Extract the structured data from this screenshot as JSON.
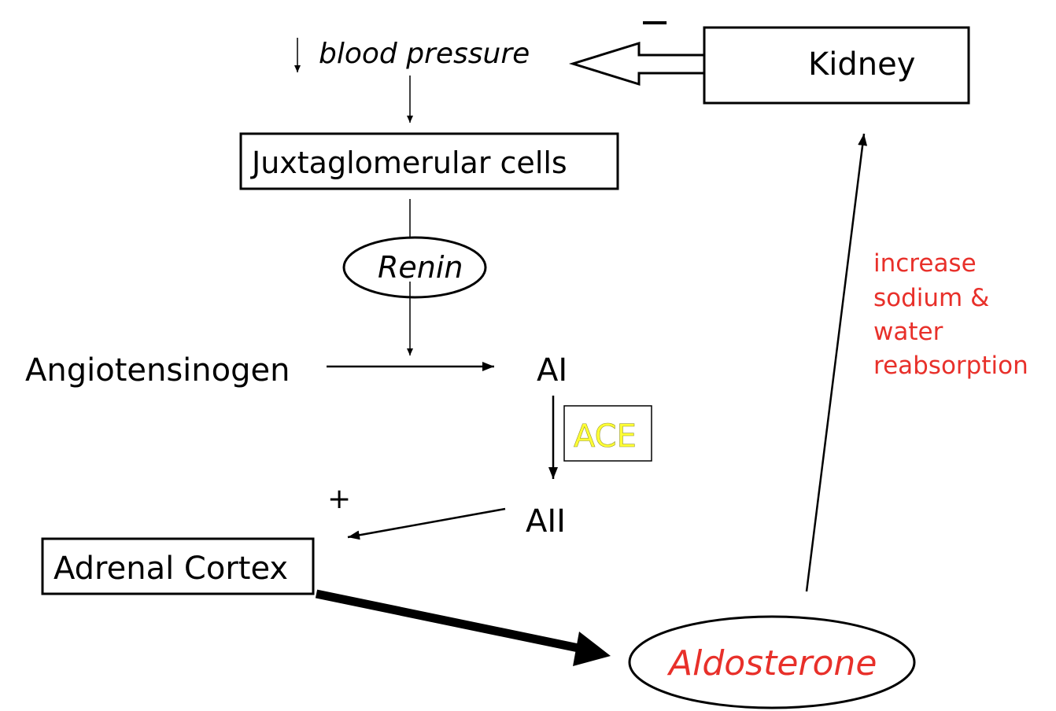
{
  "nodes": {
    "blood_pressure": "blood  pressure",
    "kidney": "Kidney",
    "minus_sign": "−",
    "juxtaglomerular": "Juxtaglomerular cells",
    "renin": "Renin",
    "angiotensinogen": "Angiotensinogen",
    "ai": "AI",
    "ace": "ACE",
    "plus_sign": "+",
    "aii": "AII",
    "adrenal_cortex": "Adrenal Cortex",
    "aldosterone": "Aldosterone"
  },
  "effect_label": {
    "line1": "increase",
    "line2": "sodium &",
    "line3": "water",
    "line4": "reabsorption"
  },
  "colors": {
    "text": "#000000",
    "highlight_red": "#e8302a",
    "ace_yellow": "#ffff33"
  }
}
